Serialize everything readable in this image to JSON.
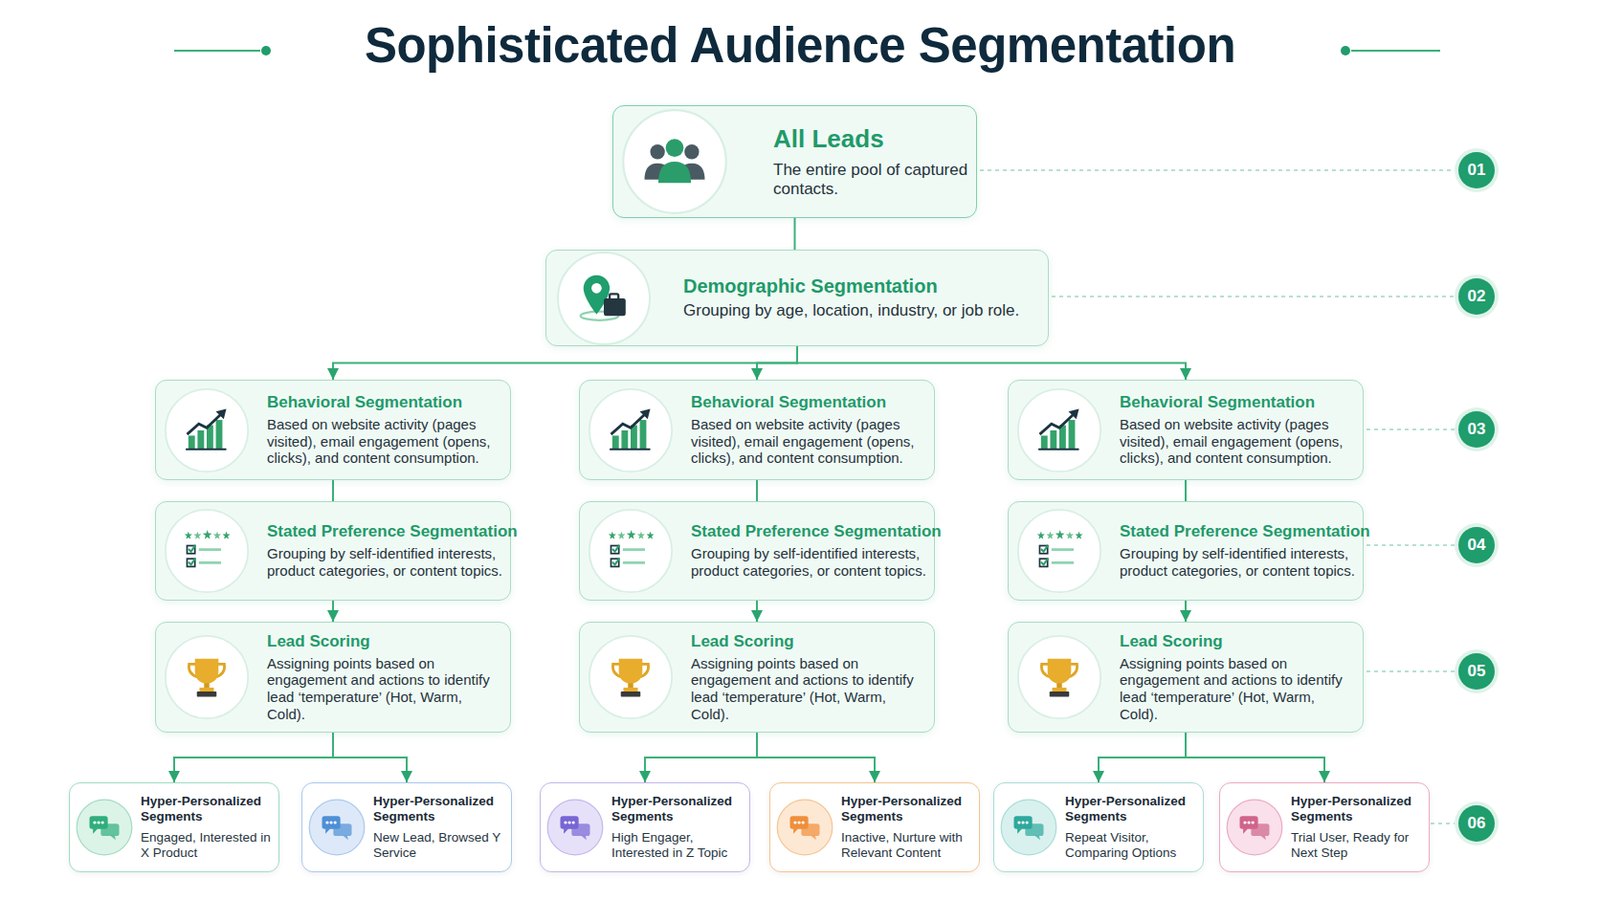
{
  "diagram": {
    "title": "Sophisticated Audience Segmentation",
    "nodes": [
      {
        "text": [
          "All Leads",
          "The entire pool of captured contacts."
        ]
      },
      {
        "text": [
          "Demographic Segmentation",
          "Grouping by age, location, industry, or job role."
        ]
      },
      {
        "text": [
          "Behavioral Segmentation",
          "Based on website activity (pages visited), email engagement (opens, clicks), and content consumption."
        ]
      },
      {
        "text": [
          "Behavioral Segmentation",
          "Based on website activity (pages visited), email engagement (opens, clicks), and content consumption."
        ]
      },
      {
        "text": [
          "Behavioral Segmentation",
          "Based on website activity (pages visited), email engagement (opens, clicks), and content consumption."
        ]
      },
      {
        "text": [
          "Stated Preference Segmentation",
          "Grouping by self-identified interests, product categories, or content topics."
        ]
      },
      {
        "text": [
          "Stated Preference Segmentation",
          "Grouping by self-identified interests, product categories, or content topics."
        ]
      },
      {
        "text": [
          "Stated Preference Segmentation",
          "Grouping by self-identified interests, product categories, or content topics."
        ]
      },
      {
        "text": [
          "Lead Scoring",
          "Assigning points based on engagement and actions to identify lead ‘temperature’ (Hot, Warm, Cold)."
        ]
      },
      {
        "text": [
          "Lead Scoring",
          "Assigning points based on engagement and actions to identify lead ‘temperature’ (Hot, Warm, Cold)."
        ]
      },
      {
        "text": [
          "Lead Scoring",
          "Assigning points based on engagement and actions to identify lead ‘temperature’ (Hot, Warm, Cold)."
        ]
      },
      {
        "text": [
          "Hyper-Personalized Segments",
          "Engaged, Interested in X Product"
        ]
      },
      {
        "text": [
          "Hyper-Personalized Segments",
          "New Lead, Browsed Y Service"
        ]
      },
      {
        "text": [
          "Hyper-Personalized Segments",
          "High Engager, Interested in Z Topic"
        ]
      },
      {
        "text": [
          "Hyper-Personalized Segments",
          "Inactive, Nurture with Relevant Content"
        ]
      },
      {
        "text": [
          "Hyper-Personalized Segments",
          "Repeat Visitor, Comparing Options"
        ]
      },
      {
        "text": [
          "Hyper-Personalized Segments",
          "Trial User, Ready for Next Step"
        ]
      }
    ],
    "edges": [
      {
        "from": 0,
        "to": 1,
        "arrow": "none"
      },
      {
        "from": 1,
        "to": 2,
        "arrow": "to"
      },
      {
        "from": 1,
        "to": 3,
        "arrow": "to"
      },
      {
        "from": 1,
        "to": 4,
        "arrow": "to"
      },
      {
        "from": 2,
        "to": 5,
        "arrow": "none"
      },
      {
        "from": 3,
        "to": 6,
        "arrow": "none"
      },
      {
        "from": 4,
        "to": 7,
        "arrow": "none"
      },
      {
        "from": 5,
        "to": 8,
        "arrow": "to"
      },
      {
        "from": 6,
        "to": 9,
        "arrow": "to"
      },
      {
        "from": 7,
        "to": 10,
        "arrow": "to"
      },
      {
        "from": 8,
        "to": 11,
        "arrow": "to"
      },
      {
        "from": 8,
        "to": 12,
        "arrow": "to"
      },
      {
        "from": 9,
        "to": 13,
        "arrow": "to"
      },
      {
        "from": 9,
        "to": 14,
        "arrow": "to"
      },
      {
        "from": 10,
        "to": 15,
        "arrow": "to"
      },
      {
        "from": 10,
        "to": 16,
        "arrow": "to"
      }
    ],
    "labels": [
      "01",
      "02",
      "03",
      "04",
      "05",
      "06"
    ]
  }
}
